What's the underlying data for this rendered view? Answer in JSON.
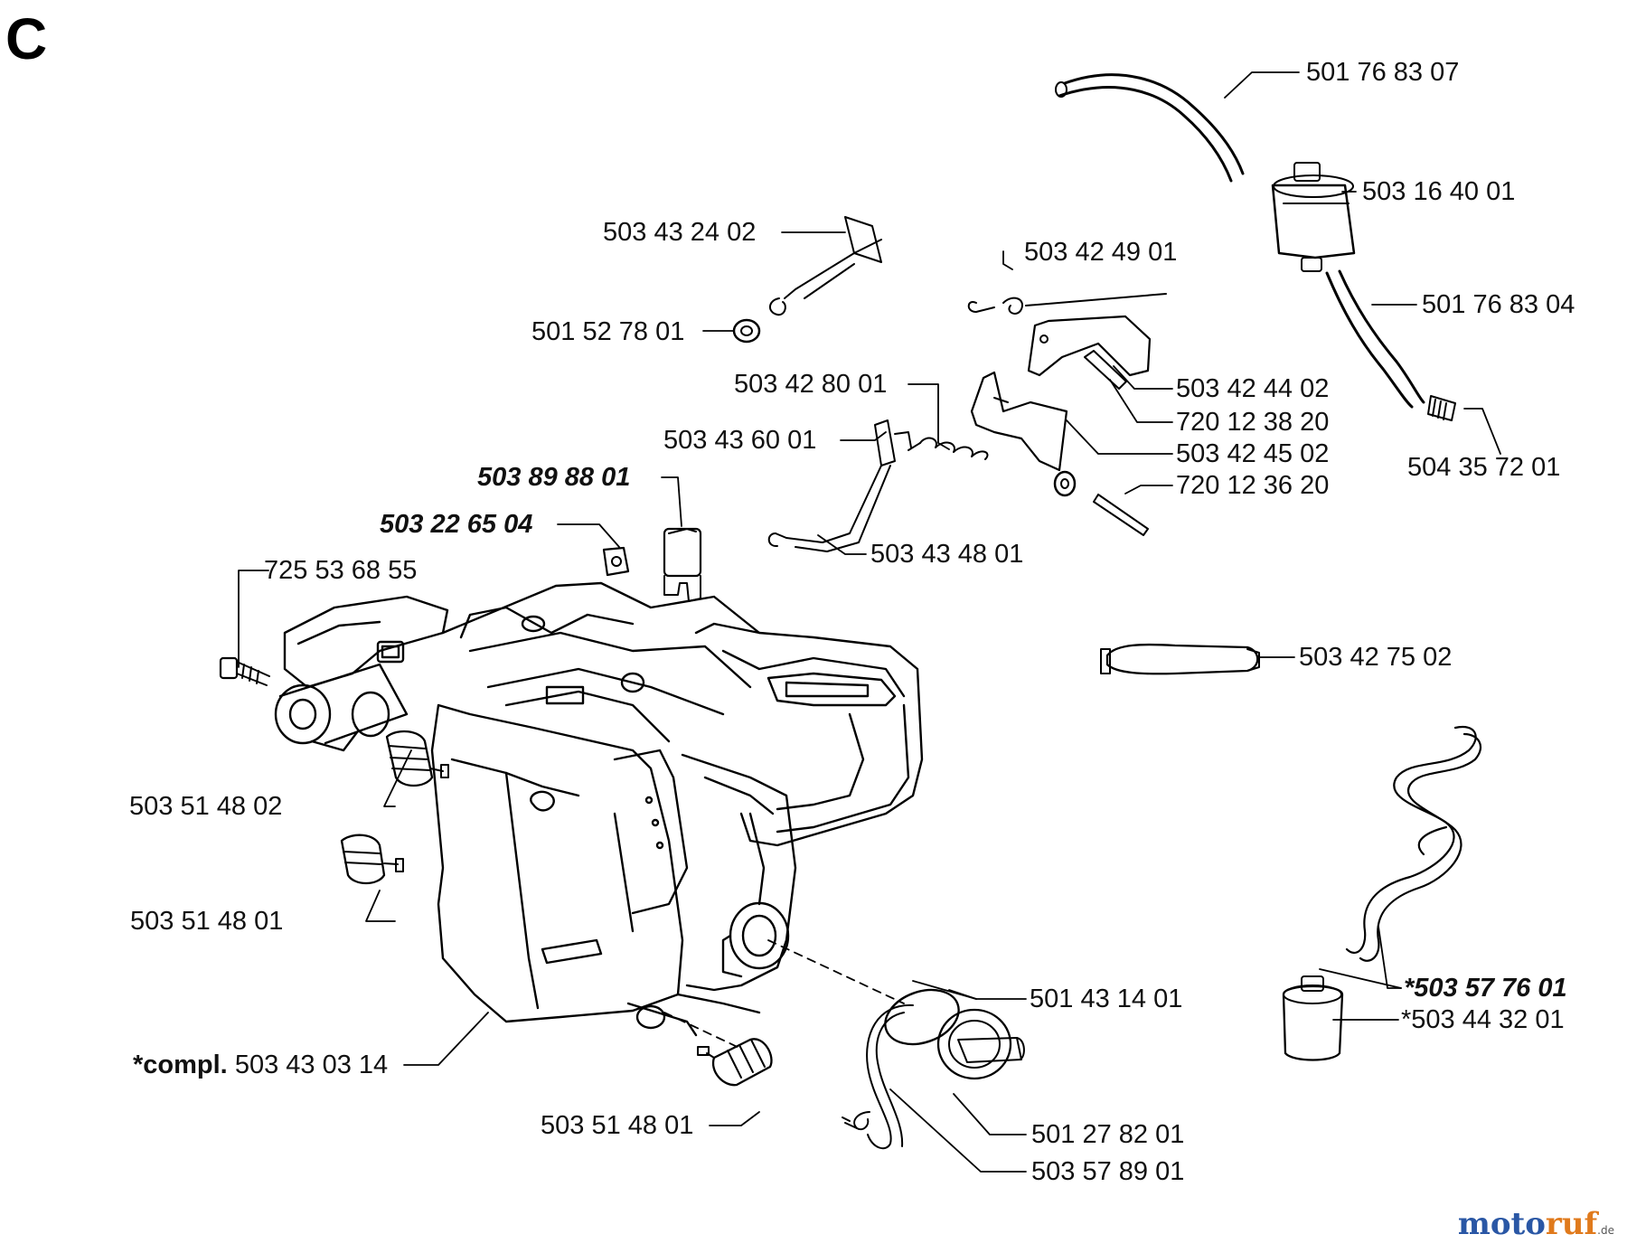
{
  "section_letter": "C",
  "labels": {
    "l01": "501 76 83 07",
    "l02": "503 16 40 01",
    "l03": "503 43 24 02",
    "l04": "503 42 49 01",
    "l05": "501 76 83 04",
    "l06": "501 52 78 01",
    "l07": "503 42 80 01",
    "l08": "503 42 44 02",
    "l09": "720 12 38 20",
    "l10": "503 43 60 01",
    "l11": "503 42 45 02",
    "l12": "504 35 72 01",
    "l13": "503 89 88 01",
    "l14": "720 12 36 20",
    "l15": "503 22 65 04",
    "l16": "503 43 48 01",
    "l17": "725 53 68 55",
    "l18": "503 42 75 02",
    "l19": "503 51 48 02",
    "l20": "503 51 48 01",
    "l21": "501 43 14 01",
    "l22": "*503 57 76 01",
    "l23": "*503 44 32 01",
    "l24_prefix": "*compl.",
    "l24": "503 43 03 14",
    "l25": "503 51 48 01",
    "l26": "501 27 82 01",
    "l27": "503 57 89 01"
  },
  "watermark": {
    "main_a": "moto",
    "main_b": "ruf",
    "suffix": ".de"
  }
}
